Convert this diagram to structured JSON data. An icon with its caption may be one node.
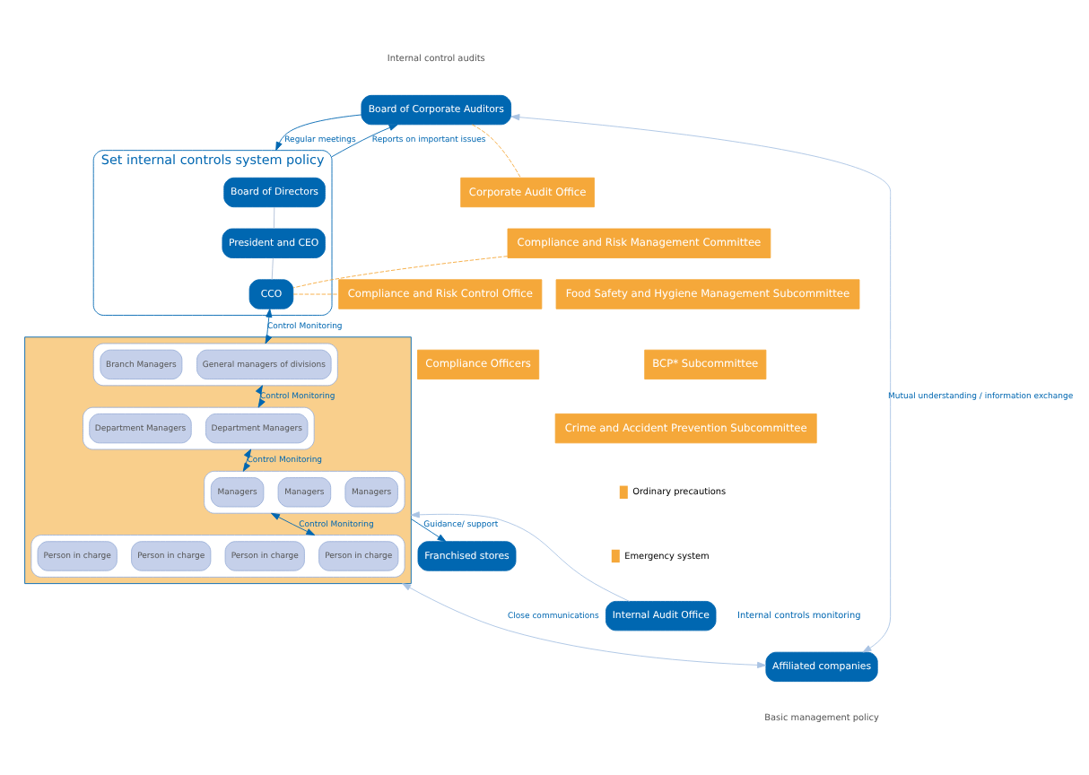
{
  "diagram": {
    "nodes": [
      {
        "text": [
          "Board of Corporate Auditors"
        ]
      },
      {
        "text": [
          "Set internal controls system policy"
        ]
      },
      {
        "text": [
          "Board of Directors"
        ],
        "in": 1
      },
      {
        "text": [
          "President and CEO"
        ],
        "in": 1
      },
      {
        "text": [
          "CCO"
        ],
        "in": 1
      },
      {
        "text": [
          "Corporate Audit Office"
        ]
      },
      {
        "text": [
          "Compliance and Risk Management Committee"
        ]
      },
      {
        "text": [
          "Food Safety and Hygiene Management Subcommittee"
        ]
      },
      {
        "text": [
          "BCP* Subcommittee"
        ]
      },
      {
        "text": [
          "Crime and Accident Prevention Subcommittee"
        ]
      },
      {
        "text": [
          "Compliance and Risk Control Office"
        ]
      },
      {
        "text": [
          "Compliance Officers"
        ]
      },
      {
        "text": [],
        "shape": "trapezoid"
      },
      {
        "text": [],
        "shape": "box",
        "in": 12
      },
      {
        "text": [
          "General managers of divisions"
        ],
        "in": 13
      },
      {
        "text": [
          "Branch Managers"
        ],
        "in": 13
      },
      {
        "text": [],
        "shape": "box",
        "in": 12
      },
      {
        "text": [
          "Department Managers"
        ],
        "in": 16
      },
      {
        "text": [
          "Department Managers"
        ],
        "in": 16
      },
      {
        "text": [],
        "shape": "box",
        "in": 12
      },
      {
        "text": [
          "Managers"
        ],
        "in": 19
      },
      {
        "text": [
          "Managers"
        ],
        "in": 19
      },
      {
        "text": [
          "Managers"
        ],
        "in": 19
      },
      {
        "text": [],
        "shape": "box",
        "in": 12
      },
      {
        "text": [
          "Person in charge"
        ],
        "in": 23
      },
      {
        "text": [
          "Person in charge"
        ],
        "in": 23
      },
      {
        "text": [
          "Person in charge"
        ],
        "in": 23
      },
      {
        "text": [
          "Person in charge"
        ],
        "in": 23
      },
      {
        "text": [
          "Internal Audit Office"
        ],
        "beside": [
          "Internal controls monitoring"
        ]
      },
      {
        "text": [
          "Affiliated companies"
        ]
      },
      {
        "text": [
          "Franchised stores"
        ]
      }
    ],
    "edges": [
      {
        "from": 0,
        "to": 1,
        "arrow": "to",
        "label": "Regular meetings"
      },
      {
        "from": 1,
        "to": 0,
        "arrow": "to",
        "label": "Reports on important issues"
      },
      {
        "from": 2,
        "to": 3,
        "arrow": "none",
        "color": "#b0bfd8"
      },
      {
        "from": 3,
        "to": 4,
        "arrow": "none",
        "color": "#b0bfd8"
      },
      {
        "from": 0,
        "to": 5,
        "arrow": "none",
        "style": "dashed",
        "color": "#f5a83a"
      },
      {
        "from": 6,
        "to": 4,
        "arrow": "none",
        "style": "dashed",
        "color": "#f5a83a"
      },
      {
        "from": 4,
        "to": 10,
        "arrow": "none",
        "style": "dashed",
        "color": "#f5a83a"
      },
      {
        "from": 4,
        "to": 13,
        "arrow": "both",
        "label": "Control Monitoring"
      },
      {
        "from": 13,
        "to": 16,
        "arrow": "both",
        "label": "Control Monitoring"
      },
      {
        "from": 16,
        "to": 19,
        "arrow": "both",
        "label": "Control Monitoring"
      },
      {
        "from": 19,
        "to": 23,
        "arrow": "both",
        "label": "Control Monitoring"
      },
      {
        "from": 0,
        "to": 29,
        "arrow": "both",
        "label": "Mutual understanding / information exchange",
        "color": "#a9c3e3"
      },
      {
        "from": 28,
        "to": 12,
        "arrow": "to",
        "color": "#a9c3e3"
      },
      {
        "from": 29,
        "to": 12,
        "arrow": "both",
        "label": "Close communications",
        "color": "#a9c3e3"
      },
      {
        "from": 12,
        "to": 30,
        "arrow": "to",
        "label": "Guidance/ support"
      }
    ],
    "labels": [
      "Internal control audits",
      "Basic management policy"
    ],
    "legend": [
      {
        "text": "Ordinary precautions",
        "color": "#f5a83a"
      },
      {
        "text": "Emergency system",
        "color": "#f5a83a"
      }
    ]
  }
}
